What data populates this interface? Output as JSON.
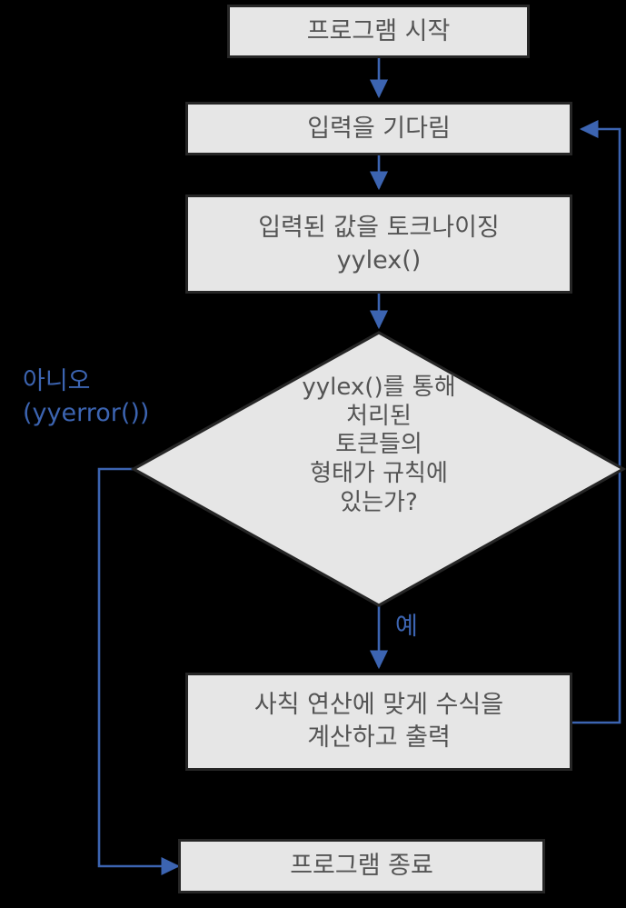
{
  "diagram": {
    "title": "flex/bison calculator program flowchart",
    "background_color": "#000000",
    "node_fill": "#E6E6E6",
    "node_border": "#262626",
    "node_text_color": "#545454",
    "edge_color": "#3C64B1",
    "label_color": "#3C64B1"
  },
  "nodes": {
    "start": {
      "id": "start",
      "shape": "rectangle",
      "text": "프로그램 시작"
    },
    "wait_input": {
      "id": "wait-input",
      "shape": "rectangle",
      "text": "입력을 기다림"
    },
    "tokenize": {
      "id": "tokenize",
      "shape": "rectangle",
      "line1": "입력된 값을 토크나이징",
      "line2": "yylex()",
      "text": "입력된 값을 토크나이징\nyylex()"
    },
    "decision": {
      "id": "decision",
      "shape": "diamond",
      "line1": "yylex()를 통해",
      "line2": "처리된",
      "line3": "토큰들의",
      "line4": "형태가 규칙에",
      "line5": "있는가?",
      "text": "yylex()를 통해\n처리된\n토큰들의\n형태가 규칙에\n있는가?"
    },
    "calculate": {
      "id": "calculate",
      "shape": "rectangle",
      "line1": "사칙 연산에 맞게 수식을",
      "line2": "계산하고 출력",
      "text": "사칙 연산에 맞게 수식을\n계산하고 출력"
    },
    "end": {
      "id": "end",
      "shape": "rectangle",
      "text": "프로그램 종료"
    }
  },
  "edge_labels": {
    "no_branch": {
      "line1": "아니오",
      "line2": "(yyerror())",
      "text": "아니오\n(yyerror())"
    },
    "yes_branch": {
      "text": "예"
    }
  },
  "edges": [
    {
      "id": "start-to-wait",
      "from": "start",
      "to": "wait_input",
      "arrow": true,
      "label": ""
    },
    {
      "id": "wait-to-tokenize",
      "from": "wait_input",
      "to": "tokenize",
      "arrow": true,
      "label": ""
    },
    {
      "id": "tokenize-to-decision",
      "from": "tokenize",
      "to": "decision",
      "arrow": true,
      "label": ""
    },
    {
      "id": "decision-to-calculate",
      "from": "decision",
      "to": "calculate",
      "arrow": true,
      "label": "예"
    },
    {
      "id": "decision-to-end",
      "from": "decision",
      "to": "end",
      "arrow": true,
      "label": "아니오\n(yyerror())"
    },
    {
      "id": "calculate-to-wait",
      "from": "calculate",
      "to": "wait_input",
      "arrow": true,
      "label": ""
    }
  ]
}
